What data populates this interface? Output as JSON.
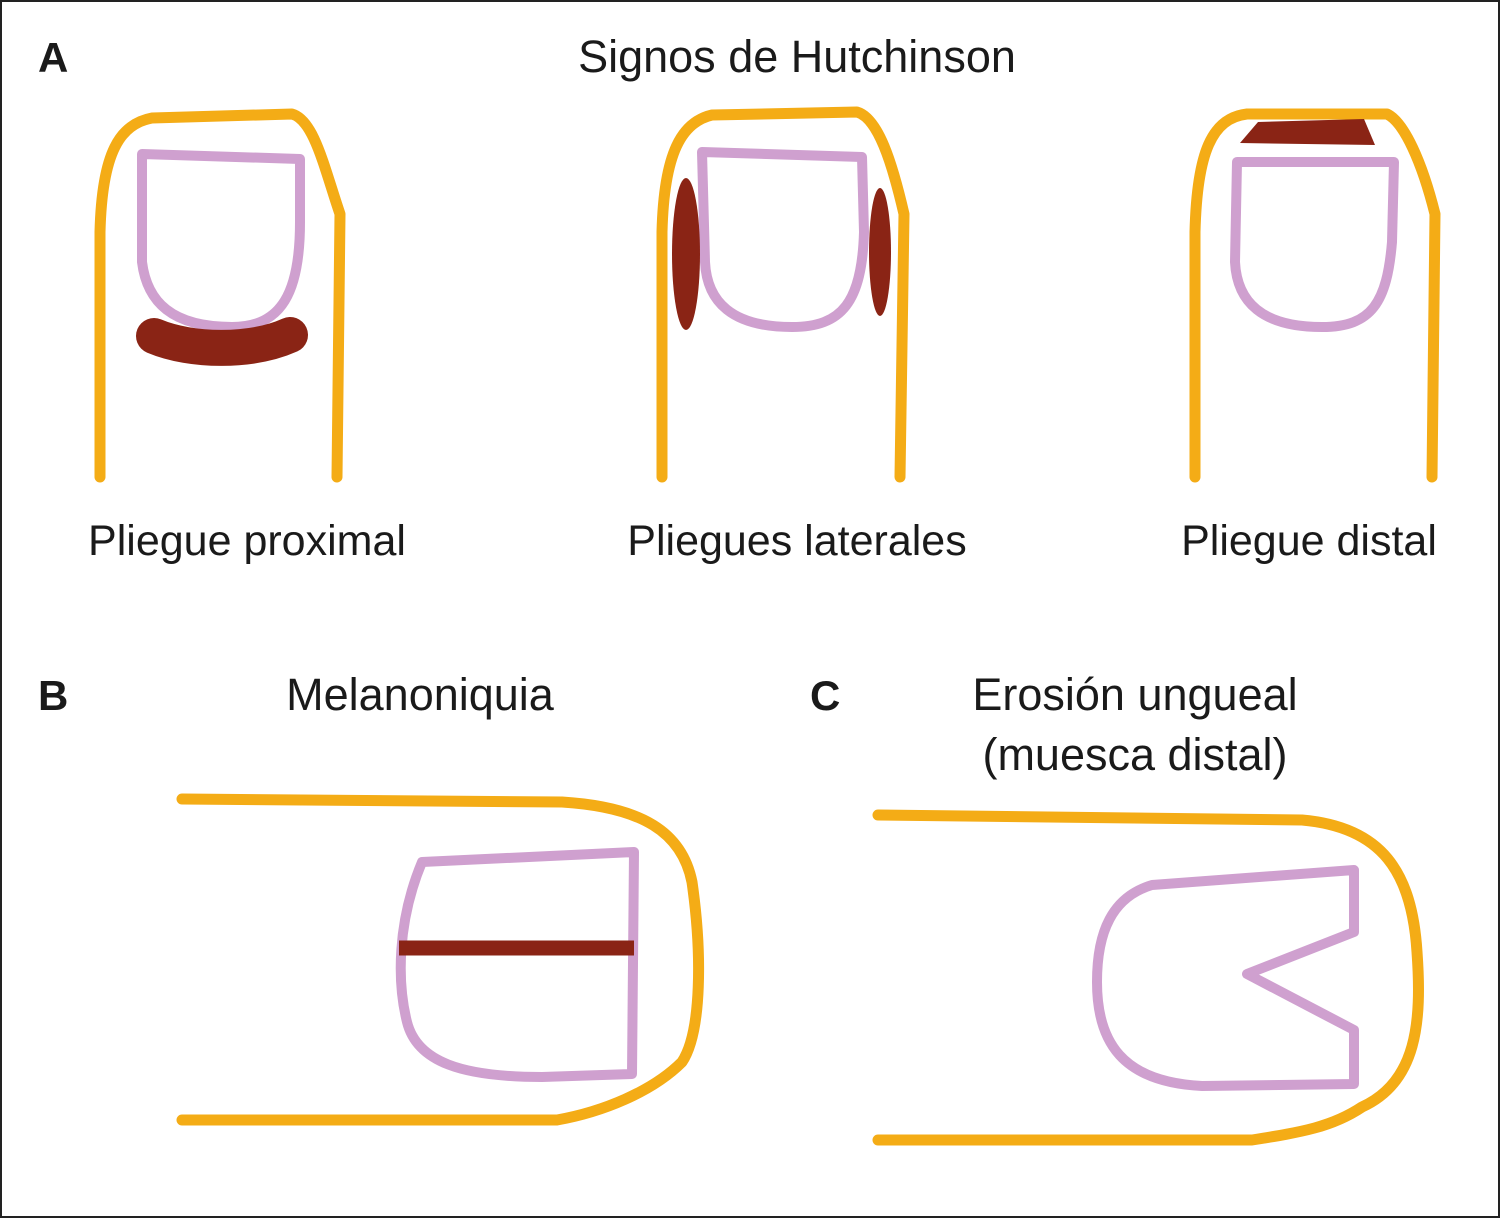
{
  "colors": {
    "finger": "#F4AC16",
    "nail": "#CFA0CF",
    "lesion": "#8A2415"
  },
  "panel_a": {
    "letter": "A",
    "title": "Signos de Hutchinson",
    "labels": [
      "Pliegue proximal",
      "Pliegues laterales",
      "Pliegue distal"
    ]
  },
  "panel_b": {
    "letter": "B",
    "title": "Melanoniquia"
  },
  "panel_c": {
    "letter": "C",
    "title": "Erosión ungueal",
    "subtitle": "(muesca distal)"
  }
}
